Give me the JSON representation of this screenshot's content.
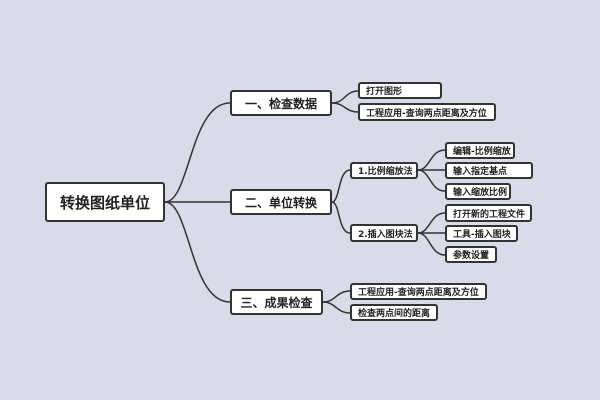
{
  "root": "转换图纸单位",
  "branches": [
    {
      "label": "一、检查数据",
      "children": [
        "打开图形",
        "工程应用-查询两点距离及方位"
      ]
    },
    {
      "label": "二、单位转换",
      "children": [
        {
          "label": "1.比例缩放法",
          "children": [
            "编辑-比例缩放",
            "输入指定基点",
            "输入缩放比例"
          ]
        },
        {
          "label": "2.插入图块法",
          "children": [
            "打开新的工程文件",
            "工具-插入图块",
            "参数设置"
          ]
        }
      ]
    },
    {
      "label": "三、成果检查",
      "children": [
        "工程应用-查询两点距离及方位",
        "检查两点间的距离"
      ]
    }
  ]
}
